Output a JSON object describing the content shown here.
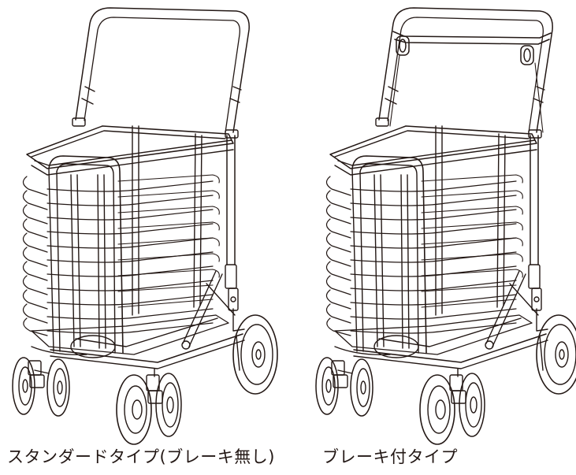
{
  "captions": {
    "standard": "スタンダードタイプ(ブレーキ無し)",
    "brake": "ブレーキ付タイプ"
  },
  "colors": {
    "line": "#231815",
    "background": "#ffffff"
  },
  "variants": [
    {
      "id": "standard",
      "has_brake": false
    },
    {
      "id": "brake",
      "has_brake": true
    }
  ]
}
